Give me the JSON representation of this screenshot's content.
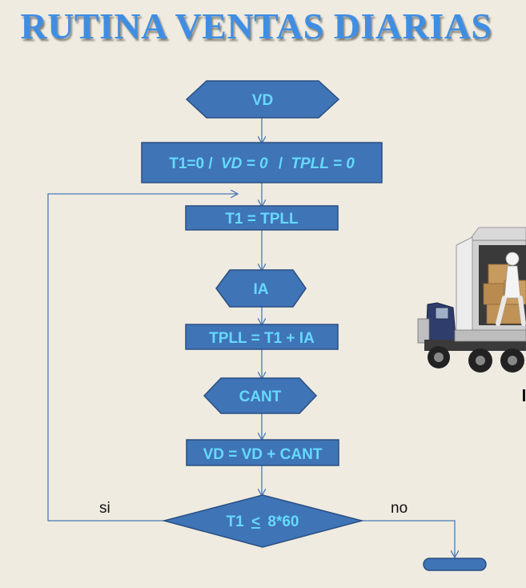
{
  "title": "RUTINA VENTAS DIARIAS",
  "colors": {
    "background": "#efebe0",
    "shape_fill": "#3f74b6",
    "shape_stroke": "#2a4f82",
    "shape_text": "#66d9ff",
    "connector": "#4a7ab8",
    "title": "#3f8ee3"
  },
  "flowchart": {
    "start": "VD",
    "init": {
      "t1_part": "T1=0 /",
      "vd_part": "VD = 0",
      "sep": "/",
      "tpll_part": "TPLL = 0"
    },
    "assign_t1": "T1 = TPLL",
    "input_ia": "IA",
    "assign_tpll": "TPLL = T1 + IA",
    "input_cant": "CANT",
    "assign_vd": "VD = VD + CANT",
    "decision": {
      "left": "T1",
      "op": "<",
      "right": "8*60"
    },
    "branch_yes": "si",
    "branch_no": "no"
  },
  "illustration": {
    "icon": "delivery-truck-icon"
  }
}
